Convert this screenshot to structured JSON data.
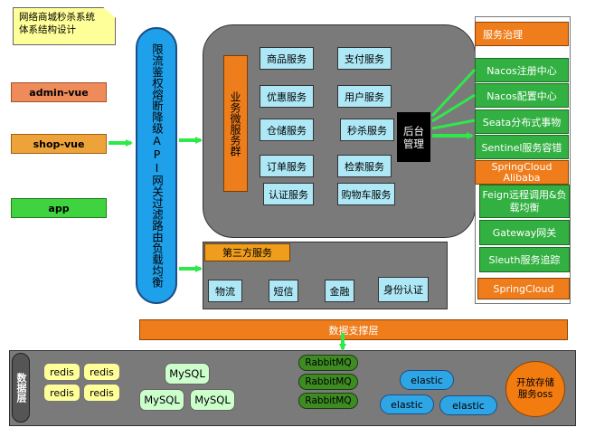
{
  "note": {
    "line1": "网络商城秒杀系统",
    "line2": "体系结构设计"
  },
  "clients": {
    "admin": "admin-vue",
    "shop": "shop-vue",
    "app": "app"
  },
  "gateway": {
    "label": "限流鉴权熔断降级API网关过滤路由负载均衡"
  },
  "microservices": {
    "group_label": "业务微服务群",
    "services": [
      "商品服务",
      "支付服务",
      "优惠服务",
      "用户服务",
      "仓储服务",
      "秒杀服务",
      "订单服务",
      "检索服务",
      "认证服务",
      "购物车服务"
    ],
    "backend": {
      "line1": "后台",
      "line2": "管理"
    }
  },
  "third_party": {
    "title": "第三方服务",
    "services": [
      "物流",
      "短信",
      "金融",
      "身份认证"
    ]
  },
  "governance": {
    "title": "服务治理",
    "alibaba_items": [
      "Nacos注册中心",
      "Nacos配置中心",
      "Seata分布式事物",
      "Sentinel服务容错"
    ],
    "alibaba_label": {
      "line1": "SpringCloud",
      "line2": "Alibaba"
    },
    "cloud_items": [
      "Feign远程调用&负载均衡",
      "Gateway网关",
      "Sleuth服务追踪"
    ],
    "cloud_label": "SpringCloud"
  },
  "data_support": "数据支撑层",
  "data_layer": {
    "label": "数据层",
    "redis": [
      "redis",
      "redis",
      "redis",
      "redis"
    ],
    "mysql": [
      "MySQL",
      "MySQL",
      "MySQL"
    ],
    "rabbitmq": [
      "RabbitMQ",
      "RabbitMQ",
      "RabbitMQ"
    ],
    "elastic": [
      "elastic",
      "elastic",
      "elastic"
    ],
    "oss": {
      "line1": "开放存储",
      "line2": "服务oss"
    }
  },
  "colors": {
    "arrow": "#2ee94a",
    "orange": "#ef7d1c",
    "green": "#33b042",
    "gateway": "#1ea0ea",
    "panel": "#7a7a7a"
  }
}
